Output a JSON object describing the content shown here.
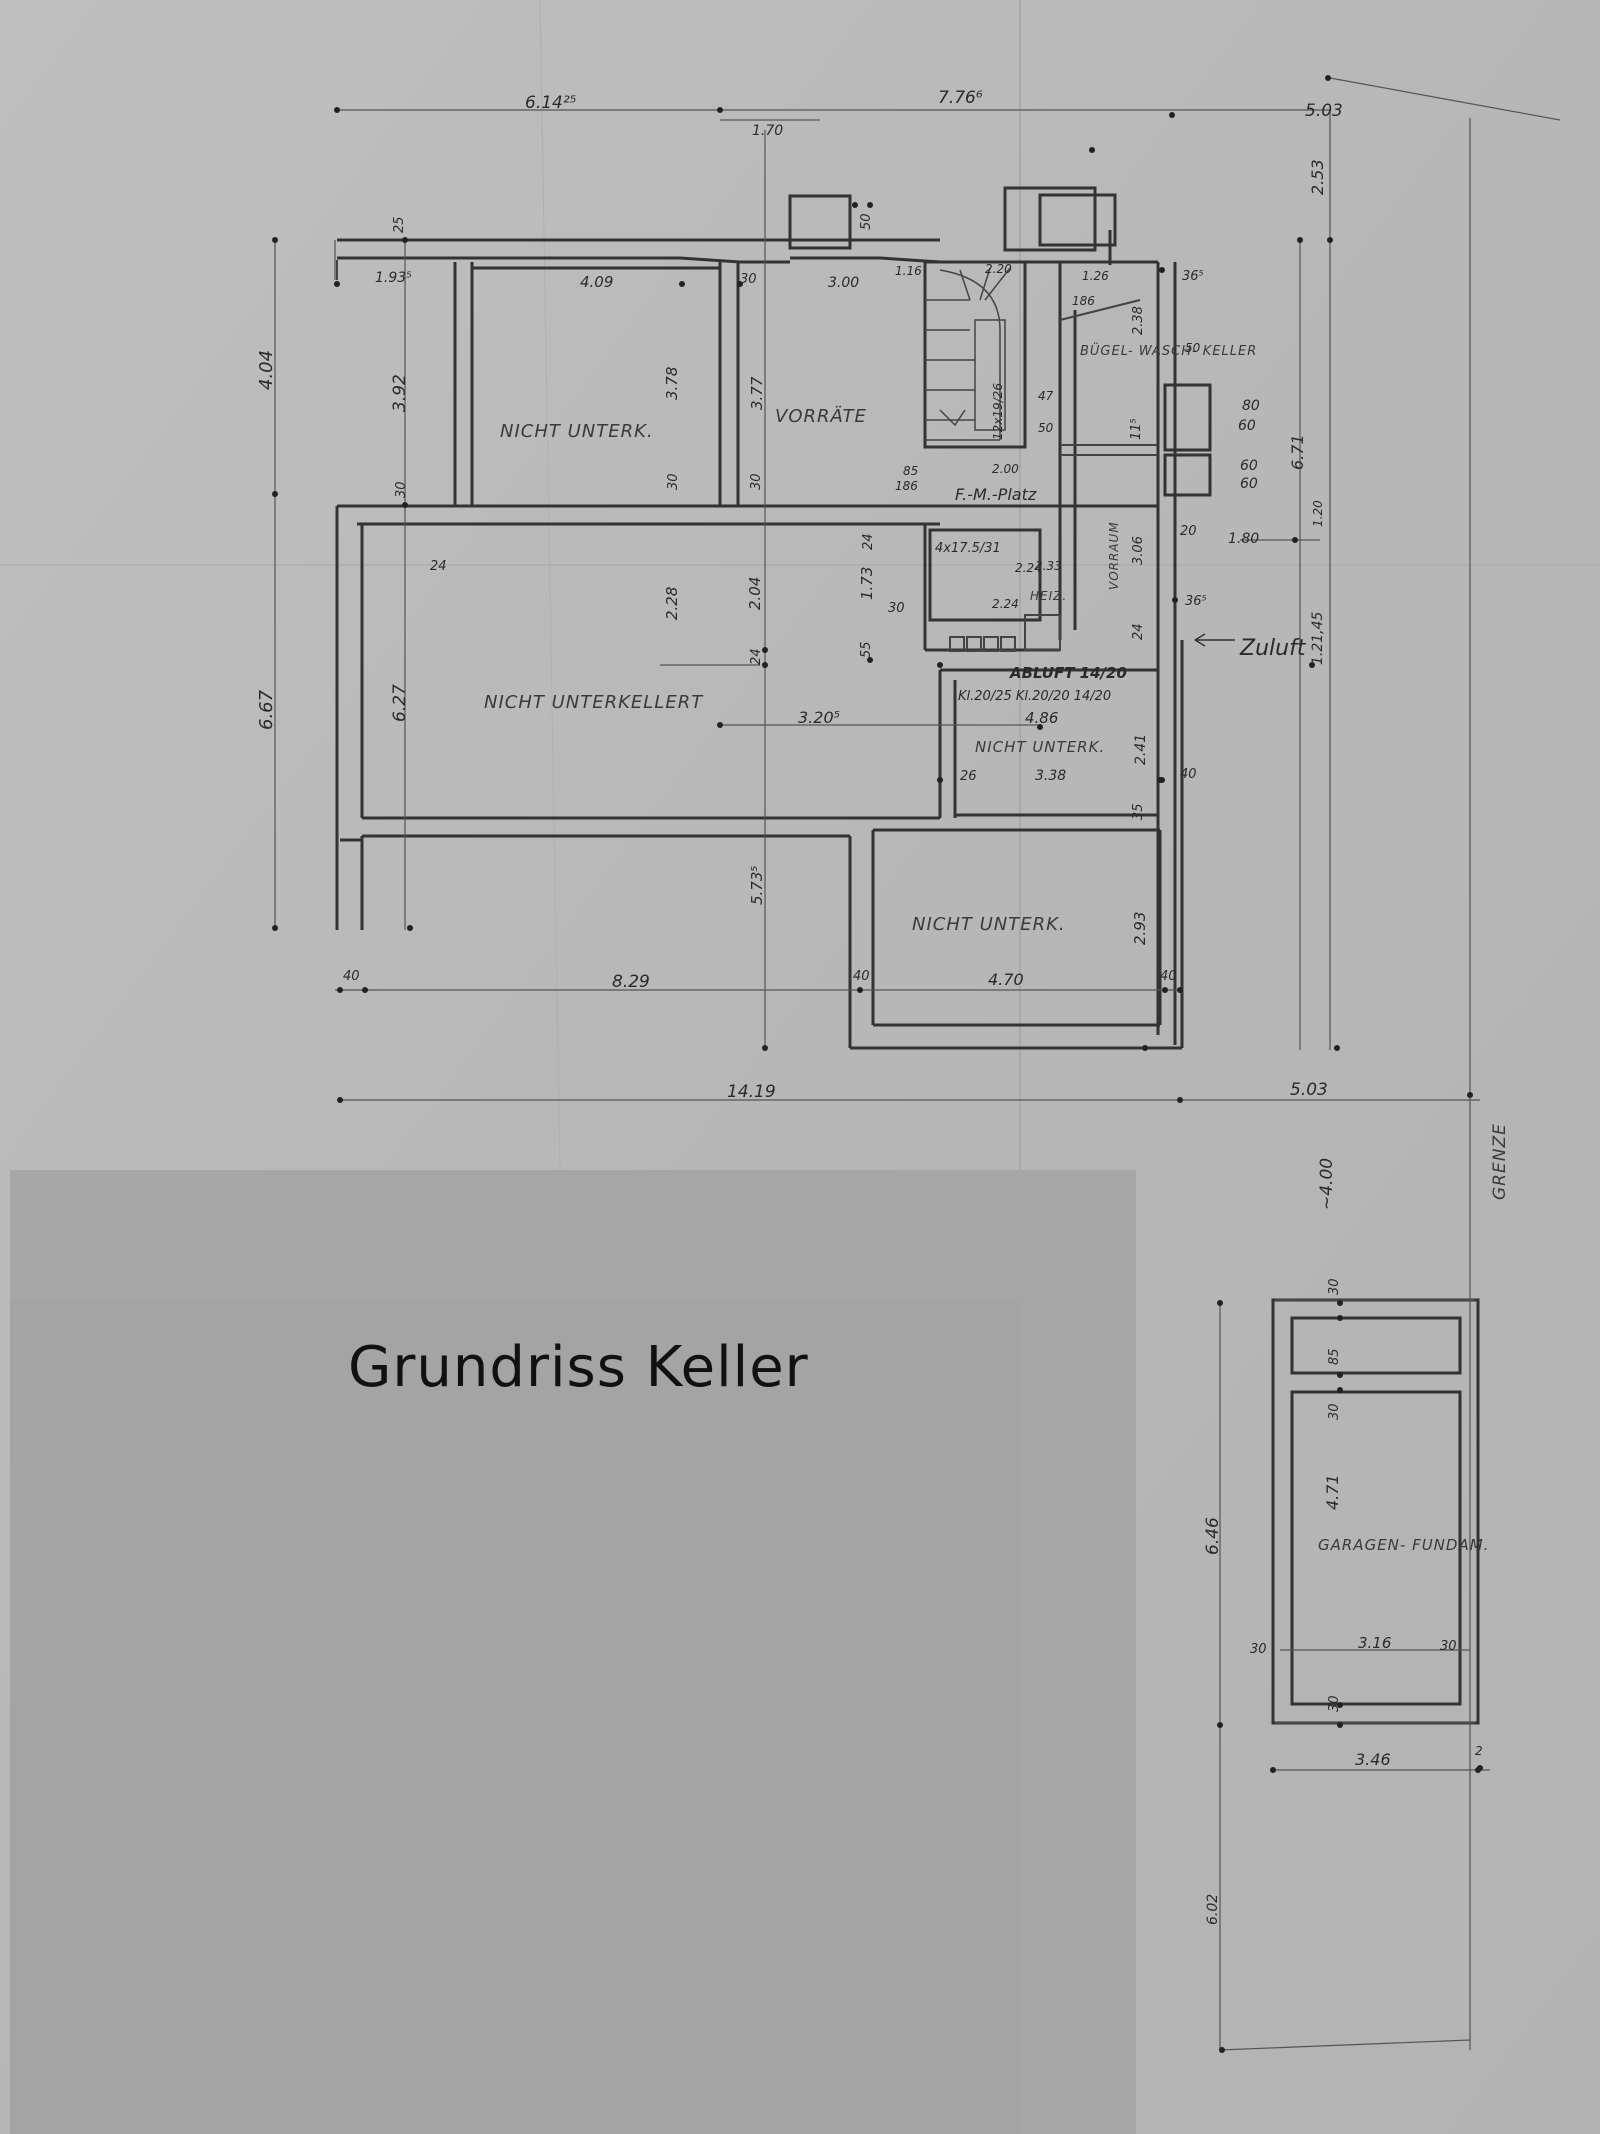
{
  "title": "Grundriss Keller",
  "rooms": {
    "nicht_unterk_1": "NICHT UNTERK.",
    "vorraete": "VORRÄTE",
    "buegel_keller": "BÜGEL- WASCH- KELLER",
    "nicht_unterkellert": "NICHT UNTERKELLERT",
    "heiz": "HEIZ.",
    "vorraum": "VORRAUM",
    "nicht_unterk_2": "NICHT UNTERK.",
    "nicht_unterk_3": "NICHT UNTERK.",
    "garage": "GARAGEN- FUNDAM.",
    "grenze": "GRENZE",
    "zuluft": "Zuluft",
    "abluft": "ABLUFT 14/20",
    "kamin_labels": "Kl.20/25 Kl.20/20 14/20",
    "fm_platz": "F.-M.-Platz"
  },
  "dimensions": {
    "top_left": "6.14²⁵",
    "top_mid": "7.76⁶",
    "top_right": "5.03",
    "d_1_70": "1.70",
    "d_4_04": "4.04",
    "d_6_67": "6.67",
    "d_3_92": "3.92",
    "d_6_27": "6.27",
    "d_1_93": "1.93⁵",
    "d_4_09": "4.09",
    "d_3_00": "3.00",
    "d_3_78": "3.78",
    "d_3_77": "3.77",
    "d_2_28": "2.28",
    "d_2_04": "2.04",
    "d_1_73": "1.73",
    "d_3_20": "3.20⁵",
    "d_5_73": "5.73⁵",
    "d_4_86": "4.86",
    "d_3_38": "3.38",
    "d_2_41": "2.41",
    "d_2_93": "2.93",
    "d_8_29": "8.29",
    "d_4_70": "4.70",
    "d_14_19": "14.19",
    "d_5_03b": "5.03",
    "d_2_53": "2.53",
    "d_6_71": "6.71",
    "d_1_80": "1.80",
    "d_3_06": "3.06",
    "d_2_38": "2.38",
    "d_1_20": "1.20",
    "d_1_21_45": "1.21,45",
    "d_4_00": "~4.00",
    "d_6_46": "6.46",
    "d_4_71": "4.71",
    "d_3_16": "3.16",
    "d_3_46": "3.46",
    "d_6_02": "6.02",
    "d_85": "85",
    "d_80_60": "80",
    "d_60": "60",
    "d_stair": "12x19/26",
    "d_stair2": "4x17.5/31",
    "d_2_00": "2.00",
    "d_2_24": "2.24",
    "d_2_33": "2.33",
    "d_2_24b": "2.24",
    "d_40": "40",
    "d_30": "30",
    "d_24": "24",
    "d_25": "25",
    "d_36": "36⁵",
    "d_11": "11⁵",
    "d_50": "50",
    "d_55": "55",
    "d_47": "47",
    "d_20": "20",
    "d_40b": "40",
    "d_35": "35",
    "d_26": "26",
    "d_1_26": "1.26",
    "d_186": "186",
    "d_2_20": "2.20",
    "d_1_16": "1.16",
    "d_85b": "85",
    "d_2": "2"
  }
}
